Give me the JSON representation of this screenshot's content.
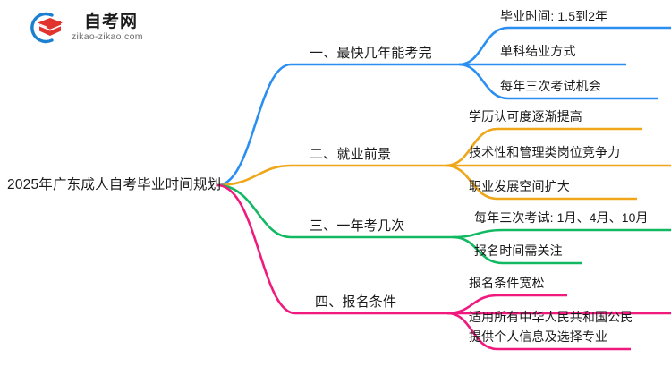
{
  "logo": {
    "name_cn": "自考网",
    "url": "zikao-zikao.com",
    "mark_icon": "graduation-cap-icon",
    "arc_color": "#1d7fd0",
    "cap_color": "#e2342f"
  },
  "mindmap": {
    "root": {
      "label": "2025年广东成人自考毕业时间规划"
    },
    "branches": [
      {
        "index": "1",
        "label": "一、最快几年能考完",
        "color": "#2a8ff0",
        "children": [
          {
            "label": "毕业时间: 1.5到2年"
          },
          {
            "label": "单科结业方式"
          },
          {
            "label": "每年三次考试机会"
          }
        ]
      },
      {
        "index": "2",
        "label": "二、就业前景",
        "color": "#efa618",
        "children": [
          {
            "label": "学历认可度逐渐提高"
          },
          {
            "label": "技术性和管理类岗位竞争力"
          },
          {
            "label": "职业发展空间扩大"
          }
        ]
      },
      {
        "index": "3",
        "label": "三、一年考几次",
        "color": "#13b962",
        "children": [
          {
            "label": "每年三次考试: 1月、4月、10月"
          },
          {
            "label": "报名时间需关注"
          }
        ]
      },
      {
        "index": "4",
        "label": "四、报名条件",
        "color": "#f0197e",
        "children": [
          {
            "label": "报名条件宽松"
          },
          {
            "label": "适用所有中华人民共和国公民"
          },
          {
            "label": "提供个人信息及选择专业"
          }
        ]
      }
    ]
  }
}
